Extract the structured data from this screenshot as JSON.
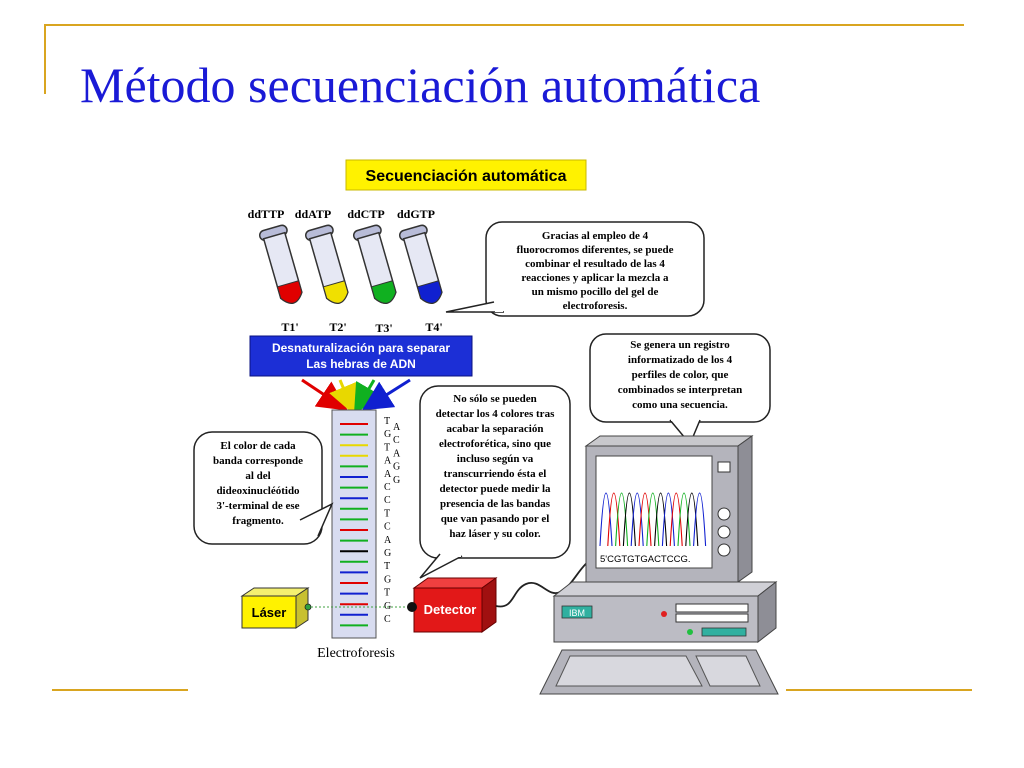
{
  "slide": {
    "title": "Método secuenciación automática"
  },
  "diagram": {
    "banner": "Secuenciación automática",
    "tube_labels": [
      "ddTTP",
      "ddATP",
      "ddCTP",
      "ddGTP"
    ],
    "tube_ids": [
      "T1'",
      "T2'",
      "T3'",
      "T4'"
    ],
    "tube_colors": [
      "#e00000",
      "#f0e000",
      "#10b020",
      "#1020d0"
    ],
    "denat_line1": "Desnaturalización para separar",
    "denat_line2": "Las hebras de ADN",
    "bubble_fluoro": [
      "Gracias al empleo de 4",
      "fluorocromos diferentes, se puede",
      "combinar el resultado de las 4",
      "reacciones y aplicar la mezcla a",
      "un mismo pocillo del gel de",
      "electroforesis."
    ],
    "bubble_registro": [
      "Se genera un registro",
      "informatizado de los 4",
      "perfiles de color, que",
      "combinados se interpretan",
      "como una secuencia."
    ],
    "bubble_detectar": [
      "No sólo se pueden",
      "detectar los 4 colores tras",
      "acabar la separación",
      "electroforética, sino que",
      "incluso según va",
      "transcurriendo ésta el",
      "detector puede medir la",
      "presencia de las bandas",
      "que van pasando por el",
      "haz láser y su color."
    ],
    "bubble_color": [
      "El color de cada",
      "banda corresponde",
      "al del",
      "dideoxinucléótido",
      "3'-terminal de ese",
      "fragmento."
    ],
    "gel_bands": [
      "#e00000",
      "#10b020",
      "#e8d800",
      "#e8d800",
      "#10b020",
      "#1020d0",
      "#10b020",
      "#1020d0",
      "#10b020",
      "#10b020",
      "#e00000",
      "#10b020",
      "#000000",
      "#10b020",
      "#1020d0",
      "#e00000",
      "#1020d0",
      "#e00000",
      "#1020d0",
      "#10b020"
    ],
    "seq_col1": [
      "T",
      "G",
      "T",
      "A",
      "A",
      "C",
      "C",
      "T",
      "C",
      "A",
      "G",
      "T",
      "G",
      "T",
      "G",
      "C"
    ],
    "seq_col2": [
      "A",
      "C",
      "A",
      "G",
      "G"
    ],
    "electro_label": "Electroforesis",
    "laser_label": "Láser",
    "detector_label": "Detector",
    "monitor_seq": "5'CGTGTGACTCCG.",
    "brand_label": "IBM"
  }
}
